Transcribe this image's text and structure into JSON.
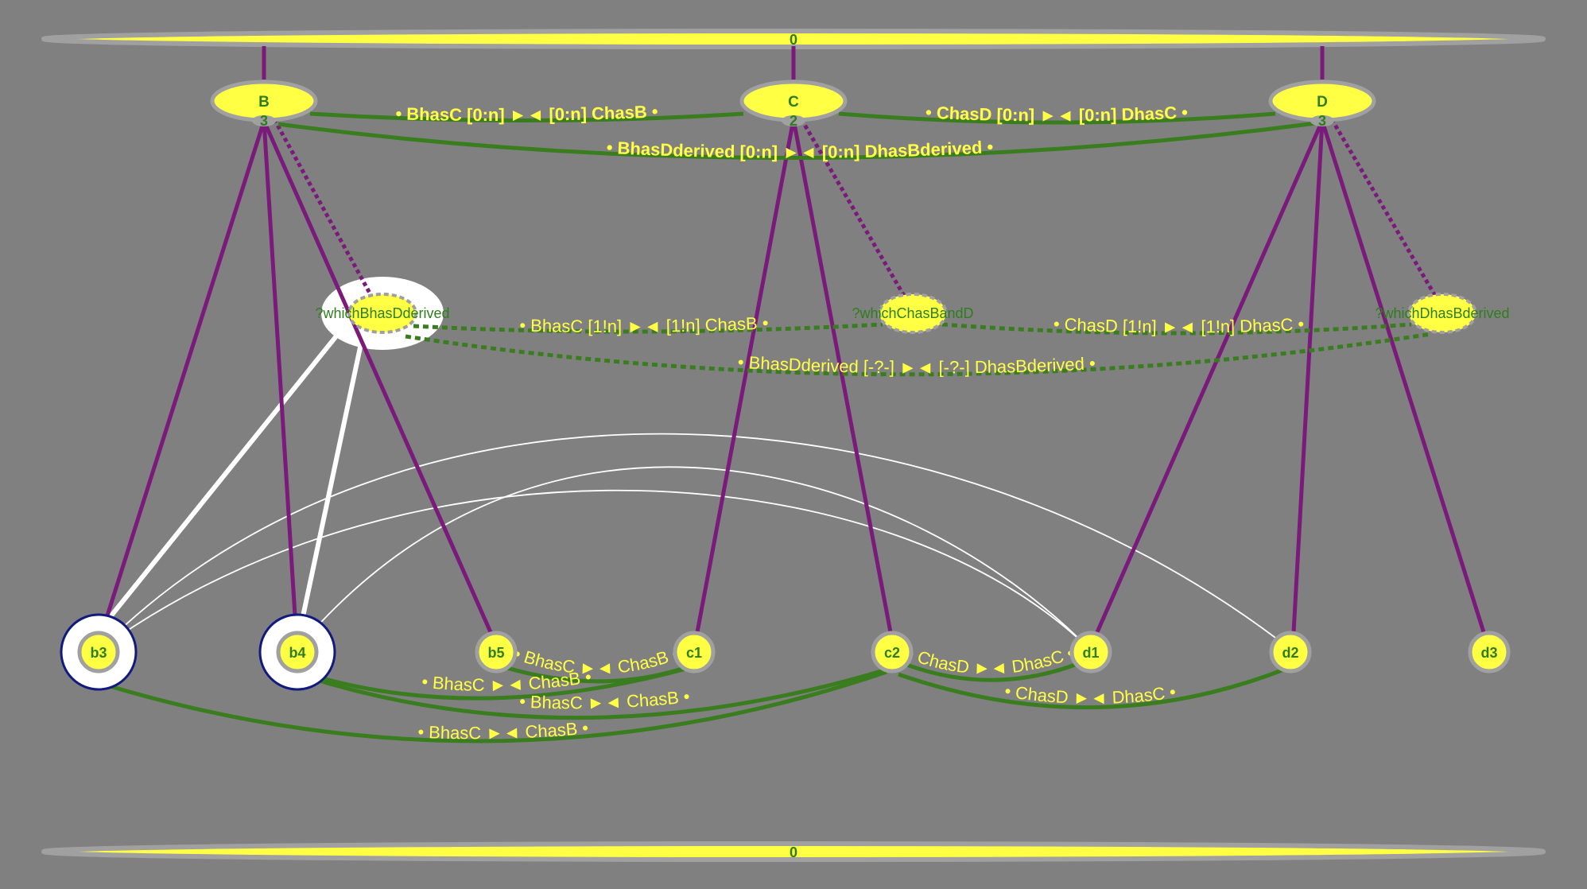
{
  "colors": {
    "background": "#808080",
    "node_fill": "#ffff44",
    "node_border": "#a0a0a0",
    "node_text": "#2e7d1e",
    "membership_edge": "#7a1a7a",
    "relation_edge": "#3a7d1e",
    "query_highlight": "#ffffff",
    "selected_ring": "#101a80"
  },
  "top_bar": {
    "label": "0"
  },
  "bottom_bar": {
    "label": "0"
  },
  "types": [
    {
      "id": "B",
      "name": "B",
      "count": "3"
    },
    {
      "id": "C",
      "name": "C",
      "count": "2"
    },
    {
      "id": "D",
      "name": "D",
      "count": "3"
    }
  ],
  "type_relations": [
    {
      "from": "B",
      "to": "C",
      "label": "• BhasC [0:n] ►◄ [0:n] ChasB •"
    },
    {
      "from": "C",
      "to": "D",
      "label": "• ChasD [0:n] ►◄ [0:n] DhasC •"
    },
    {
      "from": "B",
      "to": "D",
      "label": "• BhasDderived [0:n] ►◄ [0:n] DhasBderived •"
    }
  ],
  "queries": [
    {
      "id": "q1",
      "label": "?whichBhasDderived",
      "type": "B"
    },
    {
      "id": "q2",
      "label": "?whichChasBandD",
      "type": "C"
    },
    {
      "id": "q3",
      "label": "?whichDhasBderived",
      "type": "D"
    }
  ],
  "query_relations": [
    {
      "from": "q1",
      "to": "q2",
      "label": "• BhasC [1!n] ►◄ [1!n] ChasB •"
    },
    {
      "from": "q2",
      "to": "q3",
      "label": "• ChasD [1!n] ►◄ [1!n] DhasC •"
    },
    {
      "from": "q1",
      "to": "q3",
      "label": "• BhasDderived [-?-] ►◄ [-?-] DhasBderived •"
    }
  ],
  "instances": [
    {
      "id": "b3",
      "name": "b3",
      "type": "B",
      "selected": true
    },
    {
      "id": "b4",
      "name": "b4",
      "type": "B",
      "selected": true
    },
    {
      "id": "b5",
      "name": "b5",
      "type": "B",
      "selected": false
    },
    {
      "id": "c1",
      "name": "c1",
      "type": "C",
      "selected": false
    },
    {
      "id": "c2",
      "name": "c2",
      "type": "C",
      "selected": false
    },
    {
      "id": "d1",
      "name": "d1",
      "type": "D",
      "selected": false
    },
    {
      "id": "d2",
      "name": "d2",
      "type": "D",
      "selected": false
    },
    {
      "id": "d3",
      "name": "d3",
      "type": "D",
      "selected": false
    }
  ],
  "instance_relations": [
    {
      "from": "b5",
      "to": "c1",
      "label": "• BhasC ►◄ ChasB •"
    },
    {
      "from": "b4",
      "to": "c1",
      "label": "• BhasC ►◄ ChasB •"
    },
    {
      "from": "b4",
      "to": "c2",
      "label": "• BhasC ►◄ ChasB •"
    },
    {
      "from": "b3",
      "to": "c2",
      "label": "• BhasC ►◄ ChasB •"
    },
    {
      "from": "c2",
      "to": "d1",
      "label": "• ChasD ►◄ DhasC •"
    },
    {
      "from": "c2",
      "to": "d2",
      "label": "• ChasD ►◄ DhasC •"
    }
  ]
}
